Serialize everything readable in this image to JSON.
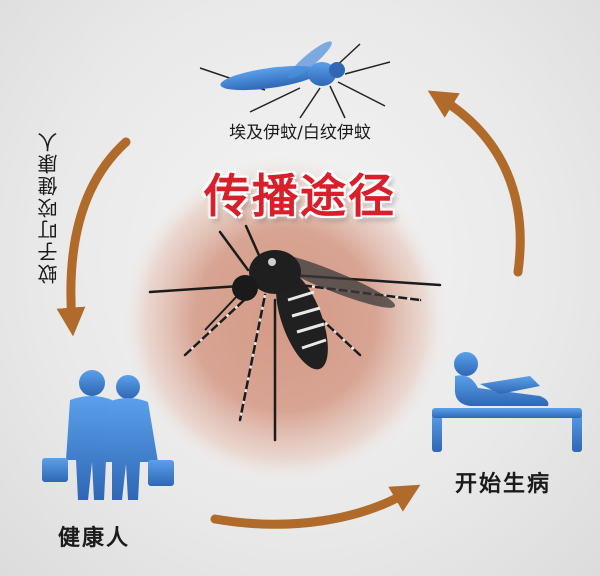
{
  "title": "传播途径",
  "labels": {
    "species": "埃及伊蚊/白纹伊蚊",
    "bite": "蚊子叮咬健康人",
    "healthy": "健康人",
    "sick": "开始生病"
  },
  "colors": {
    "title": "#d81f2a",
    "arrow": "#b06b2a",
    "figure_blue": "#3e7fd0",
    "skin": "#d8a08c"
  },
  "icons": [
    "mosquito-icon",
    "mosquito-blue-icon",
    "healthy-people-icon",
    "sick-person-in-bed-icon",
    "arrow-icon"
  ]
}
